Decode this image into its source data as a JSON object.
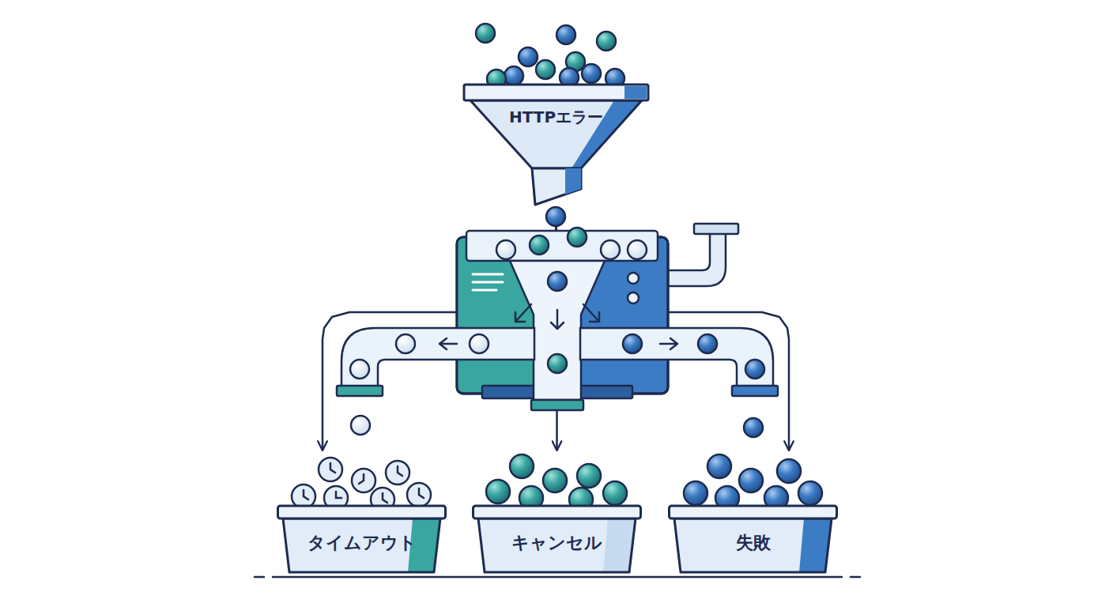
{
  "diagram": {
    "nodes": [
      {
        "text": [
          "HTTPエラー"
        ]
      },
      {
        "text": [
          "タイムアウト"
        ]
      },
      {
        "text": [
          "キャンセル"
        ]
      },
      {
        "text": [
          "失敗"
        ]
      }
    ],
    "edges": [
      {
        "from": 0,
        "to": 1,
        "arrow": "to"
      },
      {
        "from": 0,
        "to": 2,
        "arrow": "to"
      },
      {
        "from": 0,
        "to": 3,
        "arrow": "to"
      }
    ]
  }
}
